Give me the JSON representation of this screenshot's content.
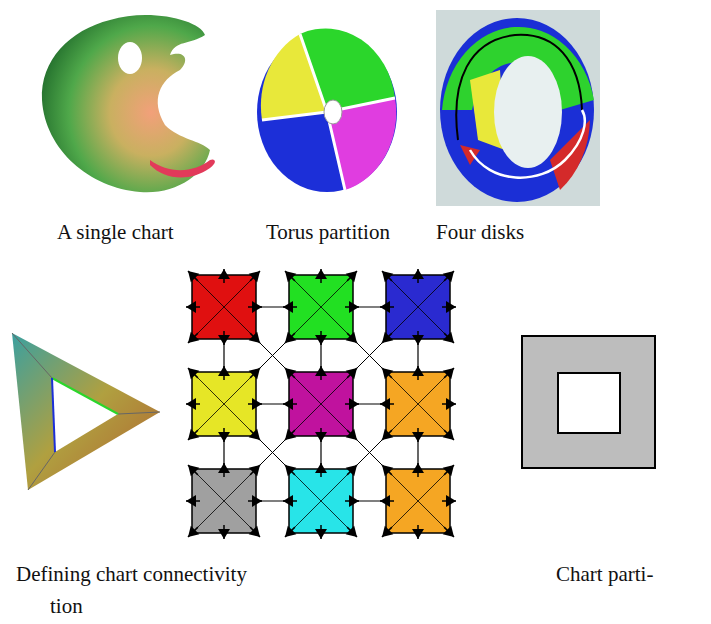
{
  "diagram": {
    "labels": [
      "A single chart",
      "Torus partition",
      "Four disks",
      "Defining chart connectivity",
      "Chart parti-",
      "tion"
    ]
  }
}
